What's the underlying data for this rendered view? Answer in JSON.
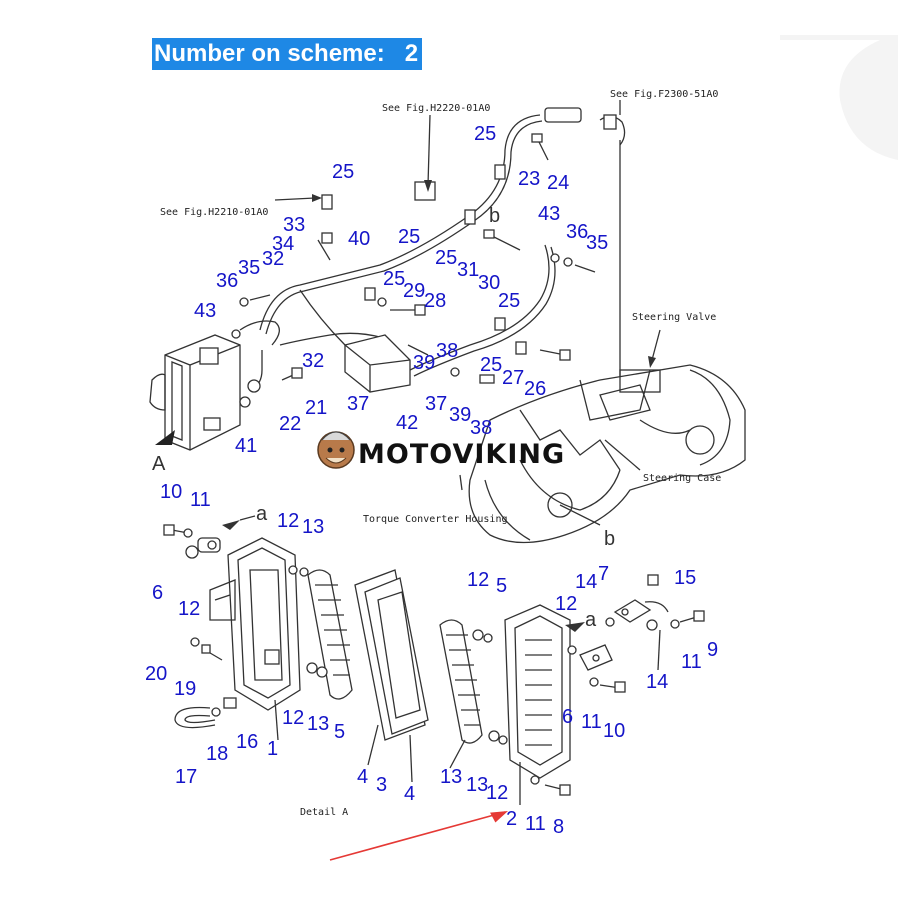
{
  "banner": {
    "label": "Number on scheme:",
    "value": "2"
  },
  "watermark": {
    "text": "MOTOVIKING"
  },
  "references": {
    "fig_h2220": "See Fig.H2220-01A0",
    "fig_f2300": "See Fig.F2300-51A0",
    "fig_h2210": "See Fig.H2210-01A0",
    "steering_valve": "Steering Valve",
    "steering_case": "Steering Case",
    "torque_converter_housing": "Torque Converter Housing",
    "detail_a": "Detail A"
  },
  "view_letters": {
    "A": "A",
    "a_upper": "a",
    "a_lower": "a",
    "b_upper": "b",
    "b_lower": "b"
  },
  "callouts": [
    "25",
    "23",
    "24",
    "25",
    "43",
    "36",
    "35",
    "33",
    "34",
    "32",
    "40",
    "25",
    "25",
    "31",
    "30",
    "36",
    "35",
    "25",
    "29",
    "28",
    "25",
    "43",
    "32",
    "38",
    "39",
    "25",
    "27",
    "26",
    "37",
    "42",
    "37",
    "39",
    "38",
    "22",
    "21",
    "41",
    "10",
    "11",
    "12",
    "13",
    "6",
    "12",
    "20",
    "19",
    "12",
    "13",
    "5",
    "1",
    "16",
    "18",
    "17",
    "4",
    "3",
    "4",
    "13",
    "12",
    "5",
    "13",
    "12",
    "2",
    "11",
    "8",
    "14",
    "7",
    "15",
    "12",
    "11",
    "9",
    "14",
    "6",
    "11",
    "10"
  ],
  "colors": {
    "callout": "#1515c8",
    "banner_bg": "#1e88e5",
    "arrow": "#e53935",
    "line_ink": "#333333"
  }
}
